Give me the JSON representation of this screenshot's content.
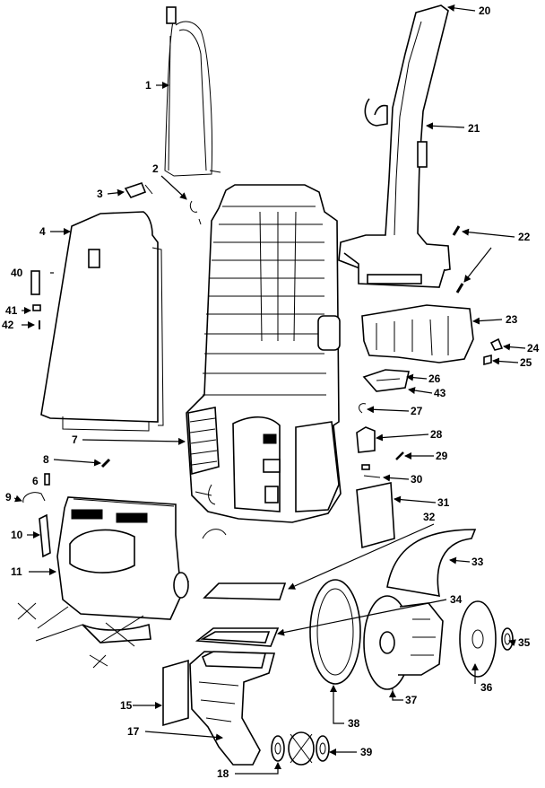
{
  "labels": {
    "p1": "1",
    "p2": "2",
    "p3": "3",
    "p4": "4",
    "p6": "6",
    "p7": "7",
    "p8": "8",
    "p9": "9",
    "p10": "10",
    "p11": "11",
    "p15": "15",
    "p17": "17",
    "p18": "18",
    "p20": "20",
    "p21": "21",
    "p22": "22",
    "p23": "23",
    "p24": "24",
    "p25": "25",
    "p26": "26",
    "p27": "27",
    "p28": "28",
    "p29": "29",
    "p30": "30",
    "p31": "31",
    "p32": "32",
    "p33": "33",
    "p34": "34",
    "p35": "35",
    "p36": "36",
    "p37": "37",
    "p38": "38",
    "p39": "39",
    "p40": "40",
    "p41": "41",
    "p42": "42",
    "p43": "43"
  },
  "colors": {
    "ink": "#000000",
    "paper": "#ffffff"
  }
}
